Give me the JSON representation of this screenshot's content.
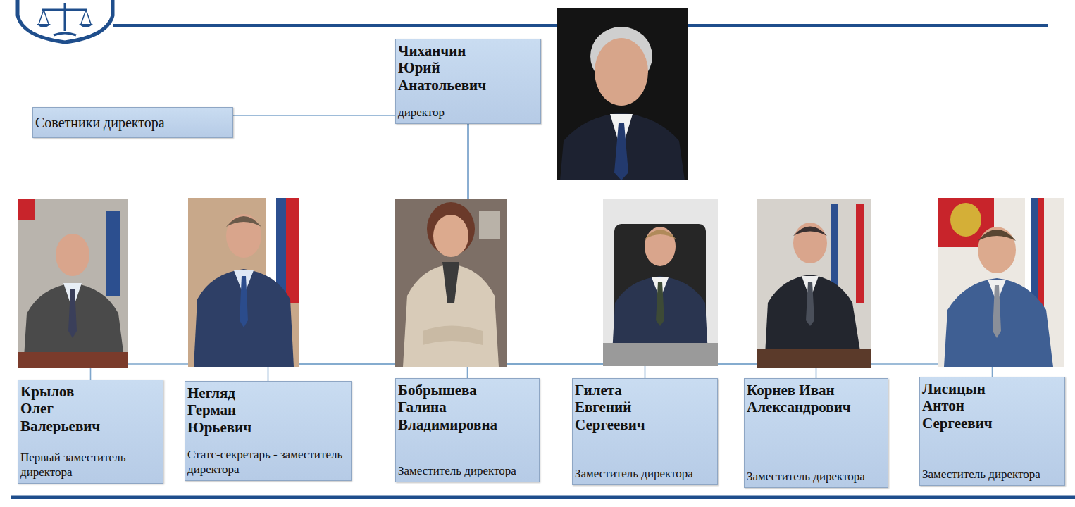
{
  "diagram": {
    "nodes": [
      {
        "text": [
          "Чиханчин Юрий Анатольевич",
          "директор"
        ]
      },
      {
        "text": [
          "Советники директора"
        ]
      },
      {
        "text": [
          "Крылов Олег Валерьевич",
          "Первый заместитель директора"
        ]
      },
      {
        "text": [
          "Негляд Герман Юрьевич",
          "Статс-секретарь - заместитель директора"
        ]
      },
      {
        "text": [
          "Бобрышева Галина Владимировна",
          "Заместитель директора"
        ]
      },
      {
        "text": [
          "Гилета Евгений Сергеевич",
          "Заместитель директора"
        ]
      },
      {
        "text": [
          "Корнев Иван Александрович",
          "Заместитель директора"
        ]
      },
      {
        "text": [
          "Лисицын Антон Сергеевич",
          "Заместитель директора"
        ]
      }
    ],
    "edges": [
      {
        "from": 0,
        "to": 1,
        "arrow": "none"
      },
      {
        "from": 0,
        "to": 2,
        "arrow": "none"
      },
      {
        "from": 0,
        "to": 3,
        "arrow": "none"
      },
      {
        "from": 0,
        "to": 4,
        "arrow": "none"
      },
      {
        "from": 0,
        "to": 5,
        "arrow": "none"
      },
      {
        "from": 0,
        "to": 6,
        "arrow": "none"
      },
      {
        "from": 0,
        "to": 7,
        "arrow": "none"
      }
    ]
  }
}
